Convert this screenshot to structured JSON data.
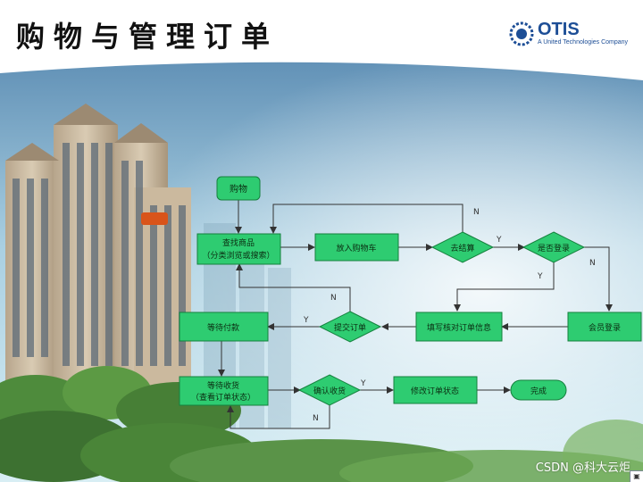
{
  "header": {
    "title": "购物与管理订单",
    "logo_name": "OTIS",
    "logo_tagline": "A United Technologies Company"
  },
  "flow": {
    "nodes": {
      "shopping": "购物",
      "find_product_1": "查找商品",
      "find_product_2": "（分类浏览或搜索）",
      "add_to_cart": "放入购物车",
      "checkout": "去结算",
      "logged_in": "是否登录",
      "member_login": "会员登录",
      "fill_order": "填写核对订单信息",
      "submit_order": "提交订单",
      "await_payment": "等待付款",
      "await_receipt_1": "等待收货",
      "await_receipt_2": "（查看订单状态）",
      "confirm_receipt": "确认收货",
      "modify_status": "修改订单状态",
      "done": "完成"
    },
    "edge_labels": {
      "checkout_no": "N",
      "checkout_yes": "Y",
      "login_no": "N",
      "login_yes": "Y",
      "submit_no": "N",
      "submit_yes": "Y",
      "confirm_yes": "Y",
      "confirm_no": "N"
    }
  },
  "watermark": "CSDN @科大云炬",
  "colors": {
    "node_fill": "#2ecc71",
    "node_stroke": "#15803d",
    "arrow": "#333333",
    "sky_top": "#6f9bbd",
    "sky_bottom": "#c9e4ef"
  }
}
